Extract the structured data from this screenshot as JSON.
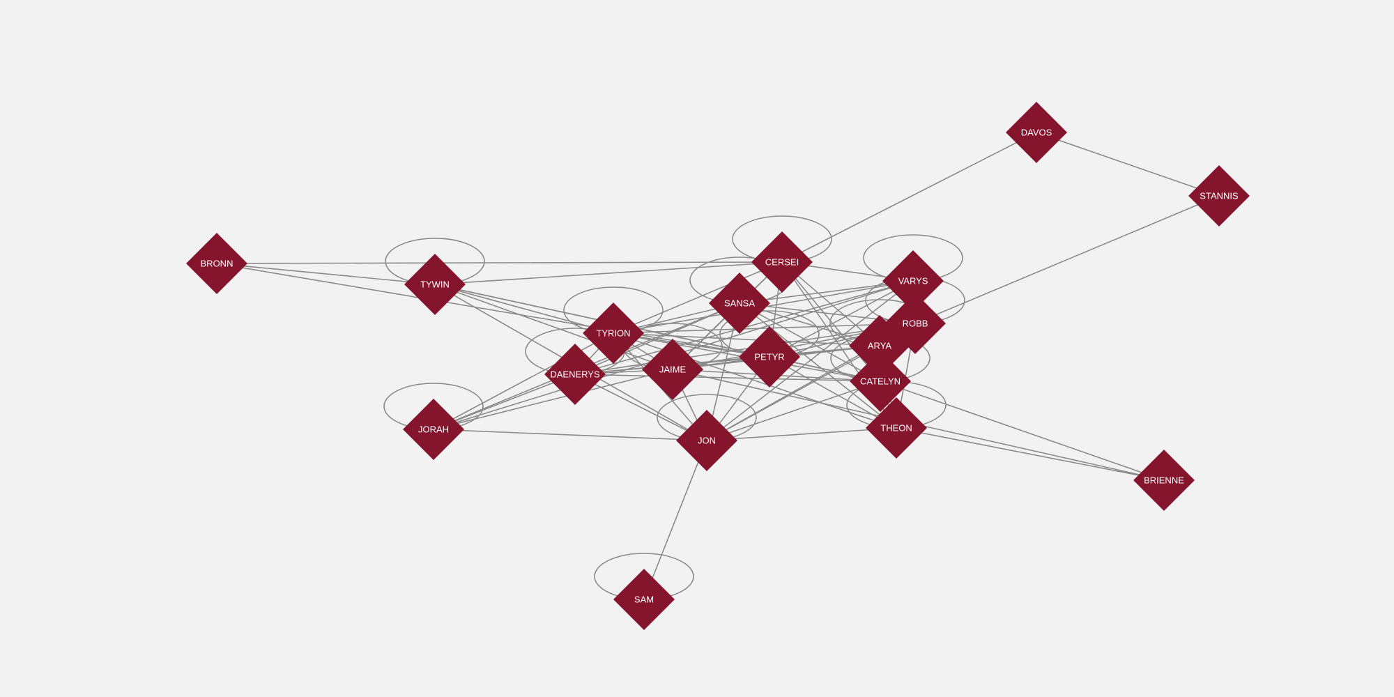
{
  "diagram": {
    "type": "network-graph",
    "node_color": "#85142d",
    "edge_color": "#8a8a8a",
    "background": "#f2f2f2",
    "label_color": "#ffffff",
    "nodes": [
      {
        "id": "DAVOS",
        "label": "DAVOS",
        "self_loop": false
      },
      {
        "id": "STANNIS",
        "label": "STANNIS",
        "self_loop": false
      },
      {
        "id": "BRONN",
        "label": "BRONN",
        "self_loop": false
      },
      {
        "id": "TYWIN",
        "label": "TYWIN",
        "self_loop": true
      },
      {
        "id": "CERSEI",
        "label": "CERSEI",
        "self_loop": true
      },
      {
        "id": "VARYS",
        "label": "VARYS",
        "self_loop": true
      },
      {
        "id": "SANSA",
        "label": "SANSA",
        "self_loop": true
      },
      {
        "id": "ROBB",
        "label": "ROBB",
        "self_loop": true
      },
      {
        "id": "TYRION",
        "label": "TYRION",
        "self_loop": true
      },
      {
        "id": "ARYA",
        "label": "ARYA",
        "self_loop": true
      },
      {
        "id": "PETYR",
        "label": "PETYR",
        "self_loop": true
      },
      {
        "id": "JAIME",
        "label": "JAIME",
        "self_loop": true
      },
      {
        "id": "DAENERYS",
        "label": "DAENERYS",
        "self_loop": true
      },
      {
        "id": "CATELYN",
        "label": "CATELYN",
        "self_loop": true
      },
      {
        "id": "JORAH",
        "label": "JORAH",
        "self_loop": true
      },
      {
        "id": "JON",
        "label": "JON",
        "self_loop": true
      },
      {
        "id": "THEON",
        "label": "THEON",
        "self_loop": true
      },
      {
        "id": "BRIENNE",
        "label": "BRIENNE",
        "self_loop": false
      },
      {
        "id": "SAM",
        "label": "SAM",
        "self_loop": true
      }
    ],
    "edges": [
      [
        "DAVOS",
        "STANNIS"
      ],
      [
        "DAVOS",
        "CERSEI"
      ],
      [
        "STANNIS",
        "ROBB"
      ],
      [
        "BRONN",
        "TYWIN"
      ],
      [
        "BRONN",
        "CERSEI"
      ],
      [
        "BRONN",
        "PETYR"
      ],
      [
        "TYWIN",
        "CERSEI"
      ],
      [
        "TYWIN",
        "TYRION"
      ],
      [
        "TYWIN",
        "JAIME"
      ],
      [
        "TYWIN",
        "PETYR"
      ],
      [
        "TYWIN",
        "CATELYN"
      ],
      [
        "TYWIN",
        "JON"
      ],
      [
        "CERSEI",
        "VARYS"
      ],
      [
        "CERSEI",
        "SANSA"
      ],
      [
        "CERSEI",
        "TYRION"
      ],
      [
        "CERSEI",
        "JAIME"
      ],
      [
        "CERSEI",
        "PETYR"
      ],
      [
        "CERSEI",
        "ARYA"
      ],
      [
        "CERSEI",
        "CATELYN"
      ],
      [
        "CERSEI",
        "THEON"
      ],
      [
        "VARYS",
        "SANSA"
      ],
      [
        "VARYS",
        "TYRION"
      ],
      [
        "VARYS",
        "PETYR"
      ],
      [
        "VARYS",
        "DAENERYS"
      ],
      [
        "VARYS",
        "JORAH"
      ],
      [
        "VARYS",
        "JON"
      ],
      [
        "SANSA",
        "TYRION"
      ],
      [
        "SANSA",
        "JAIME"
      ],
      [
        "SANSA",
        "ARYA"
      ],
      [
        "SANSA",
        "ROBB"
      ],
      [
        "SANSA",
        "CATELYN"
      ],
      [
        "SANSA",
        "JON"
      ],
      [
        "SANSA",
        "THEON"
      ],
      [
        "SANSA",
        "DAENERYS"
      ],
      [
        "SANSA",
        "JORAH"
      ],
      [
        "ROBB",
        "TYRION"
      ],
      [
        "ROBB",
        "JAIME"
      ],
      [
        "ROBB",
        "PETYR"
      ],
      [
        "ROBB",
        "CATELYN"
      ],
      [
        "ROBB",
        "THEON"
      ],
      [
        "ROBB",
        "JON"
      ],
      [
        "ROBB",
        "DAENERYS"
      ],
      [
        "TYRION",
        "JAIME"
      ],
      [
        "TYRION",
        "DAENERYS"
      ],
      [
        "TYRION",
        "PETYR"
      ],
      [
        "TYRION",
        "CATELYN"
      ],
      [
        "TYRION",
        "THEON"
      ],
      [
        "TYRION",
        "JON"
      ],
      [
        "TYRION",
        "JORAH"
      ],
      [
        "TYRION",
        "ARYA"
      ],
      [
        "ARYA",
        "JAIME"
      ],
      [
        "ARYA",
        "PETYR"
      ],
      [
        "ARYA",
        "JON"
      ],
      [
        "ARYA",
        "DAENERYS"
      ],
      [
        "ARYA",
        "THEON"
      ],
      [
        "PETYR",
        "JAIME"
      ],
      [
        "PETYR",
        "CATELYN"
      ],
      [
        "PETYR",
        "JON"
      ],
      [
        "PETYR",
        "DAENERYS"
      ],
      [
        "PETYR",
        "THEON"
      ],
      [
        "JAIME",
        "DAENERYS"
      ],
      [
        "JAIME",
        "CATELYN"
      ],
      [
        "JAIME",
        "JON"
      ],
      [
        "JAIME",
        "BRIENNE"
      ],
      [
        "JAIME",
        "JORAH"
      ],
      [
        "DAENERYS",
        "CATELYN"
      ],
      [
        "DAENERYS",
        "JORAH"
      ],
      [
        "DAENERYS",
        "JON"
      ],
      [
        "CATELYN",
        "JON"
      ],
      [
        "CATELYN",
        "BRIENNE"
      ],
      [
        "CATELYN",
        "THEON"
      ],
      [
        "JORAH",
        "JON"
      ],
      [
        "JON",
        "THEON"
      ],
      [
        "JON",
        "SAM"
      ],
      [
        "THEON",
        "BRIENNE"
      ]
    ]
  }
}
